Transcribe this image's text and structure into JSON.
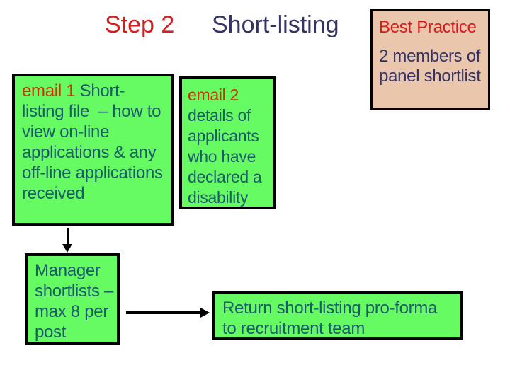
{
  "slide": {
    "title": {
      "step_label": "Step 2",
      "subtitle": "Short-listing"
    },
    "best_practice": {
      "heading": "Best Practice",
      "body": "2 members of\npanel shortlist"
    },
    "email1_box": {
      "highlight": "email 1",
      "body": "Short-\nlisting file  – how to\nview on-line\napplications & any\noff-line applications\nreceived"
    },
    "email2_box": {
      "highlight": "email 2",
      "body": "details of\napplicants\nwho have\ndeclared a\ndisability"
    },
    "manager_box": {
      "text": "Manager\nshortlists –\nmax 8 per\npost"
    },
    "return_box": {
      "text": "Return short-listing pro-forma\nto recruitment team"
    },
    "colors": {
      "box_green": "#66fb63",
      "box_tan": "#eac7ac",
      "text_teal": "#1b5b6b",
      "text_navy": "#333366",
      "title_red": "#d61c1c",
      "email_red": "#cc3300"
    }
  }
}
